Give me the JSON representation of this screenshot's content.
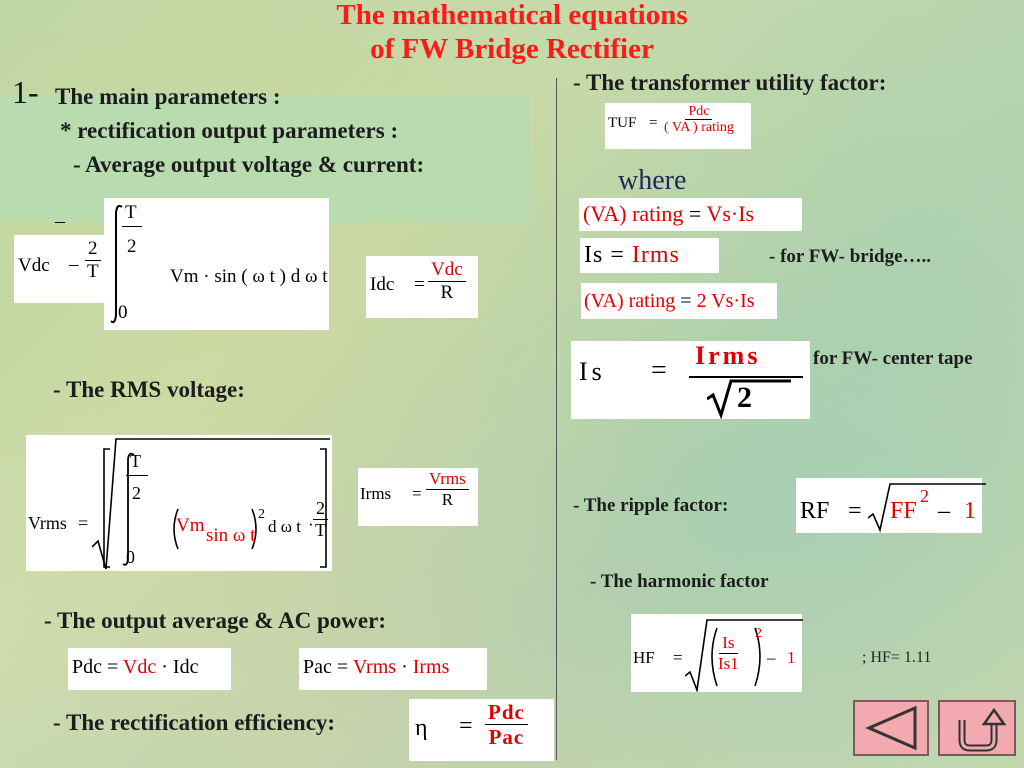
{
  "title": {
    "line1": "The mathematical equations",
    "line2": "of FW Bridge Rectifier"
  },
  "left": {
    "num": "1-",
    "main_params": "The main parameters :",
    "rect_output": "* rectification output parameters :",
    "avg": "- Average output voltage & current:",
    "dash": "–",
    "rms": "- The RMS voltage:",
    "power": "- The output average  & AC power:",
    "efficiency": "- The rectification efficiency:"
  },
  "right": {
    "tuf": "- The transformer utility factor:",
    "where": "where",
    "fw_bridge": "- for FW- bridge…..",
    "fw_center": "for FW- center tape",
    "ripple": "- The ripple factor:",
    "harmonic": "- The harmonic factor",
    "hf_value": ";   HF= 1.11"
  },
  "eq": {
    "vdc_lhs": "Vdc",
    "minus": "–",
    "two": "2",
    "T": "T",
    "zero": "0",
    "vdc_integrand": "Vm · sin ( ω t ) d ω t",
    "idc_lhs": "Idc",
    "vdc": "Vdc",
    "R": "R",
    "vrms_lhs": "Vrms",
    "vm": "Vm",
    "sinwt": "sin ω t",
    "sq": "2",
    "dwt": "d ω t",
    "irms_lhs": "Irms",
    "vrms": "Vrms",
    "pdc_lhs": "Pdc",
    "idc": "Idc",
    "pac_lhs": "Pac",
    "irms": "Irms",
    "eta": "η",
    "pdc": "Pdc",
    "pac": "Pac",
    "tuf_lhs": "TUF",
    "va_rating": "( VA )  rating",
    "va_rating_big": "(VA)  rating",
    "vs_is": "Vs·Is",
    "is": "Is",
    "irms_big": "Irms",
    "two_vs_is": "2 Vs·Is",
    "sqrt2": "2",
    "rf_lhs": "RF",
    "ff": "FF",
    "one": "1",
    "hf_lhs": "HF",
    "is1": "Is1"
  }
}
